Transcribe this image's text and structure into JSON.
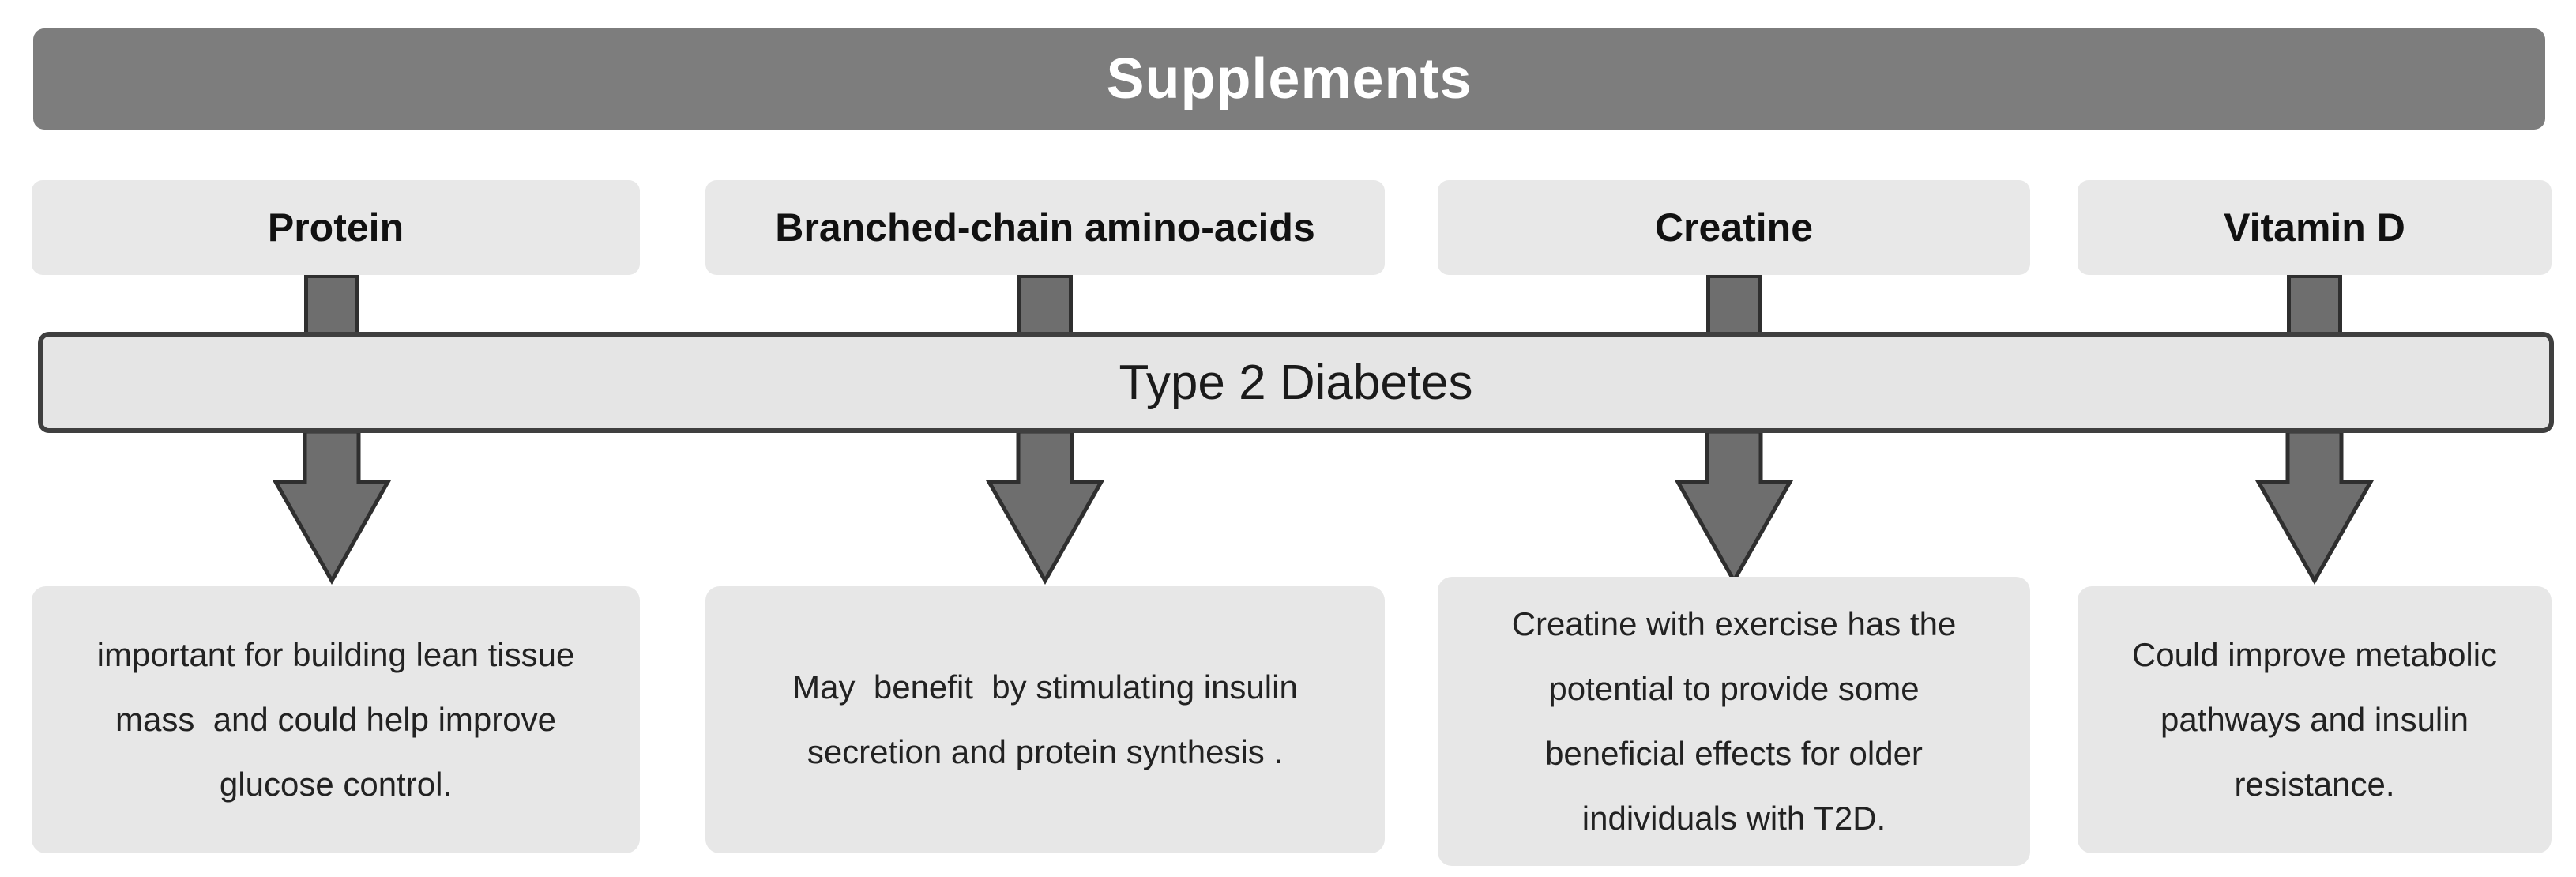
{
  "header": {
    "title": "Supplements"
  },
  "hub": {
    "label": "Type 2 Diabetes"
  },
  "columns": [
    {
      "label": "Protein",
      "description": "important for building lean tissue\nmass  and could help improve\nglucose control."
    },
    {
      "label": "Branched-chain amino-acids",
      "description": "May  benefit  by stimulating insulin\nsecretion and protein synthesis ."
    },
    {
      "label": "Creatine",
      "description": "Creatine with exercise has the\npotential to provide some\nbeneficial effects for older\nindividuals with T2D."
    },
    {
      "label": "Vitamin D",
      "description": "Could improve metabolic\npathways and insulin\nresistance."
    }
  ],
  "colors": {
    "header_bg": "#7d7d7d",
    "header_text": "#ffffff",
    "box_bg": "#e8e8e8",
    "hub_bg": "#e5e5e5",
    "hub_border": "#3f3f3f",
    "arrow_fill": "#6e6e6e",
    "arrow_outline": "#2f2f2f",
    "text": "#222222"
  }
}
